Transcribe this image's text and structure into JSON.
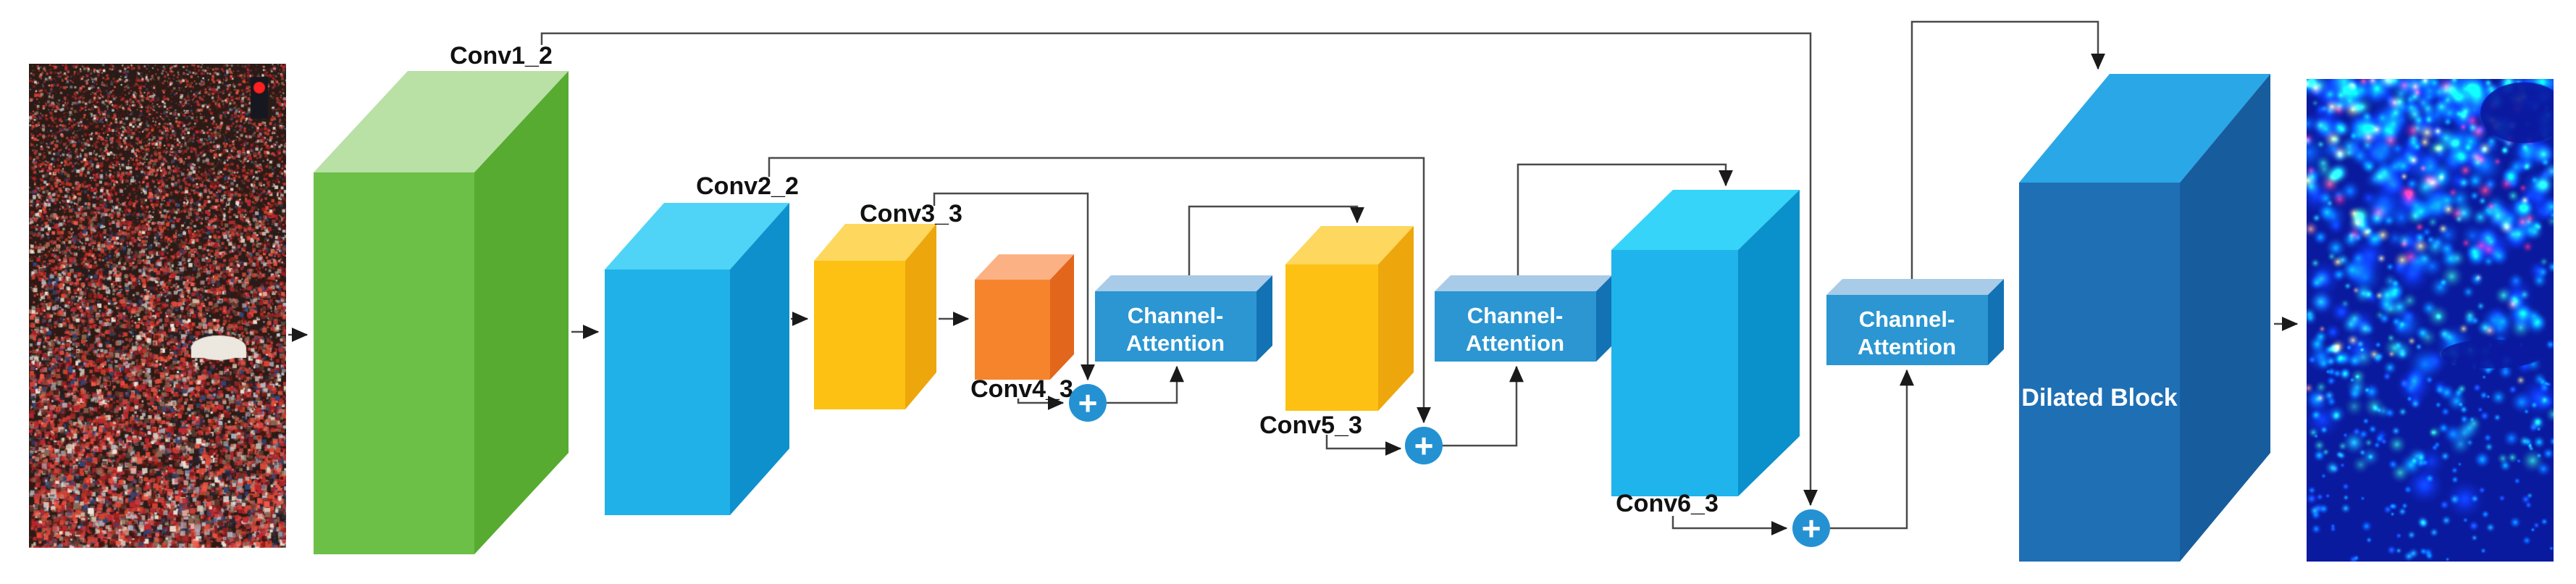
{
  "figure": {
    "type": "cnn-architecture-diagram",
    "blocks": {
      "conv1_2": {
        "label": "Conv1_2",
        "front": "#6cc047",
        "top": "#b9e0a5",
        "side": "#57ab31"
      },
      "conv2_2": {
        "label": "Conv2_2",
        "front": "#20b1e8",
        "top": "#4fd4f7",
        "side": "#0e90cd"
      },
      "conv3_3": {
        "label": "Conv3_3",
        "front": "#fdc113",
        "top": "#fdd75e",
        "side": "#eda70c"
      },
      "conv4_3": {
        "label": "Conv4_3",
        "front": "#f6842d",
        "top": "#fbb183",
        "side": "#e2661c"
      },
      "conv5_3": {
        "label": "Conv5_3",
        "front": "#fdc113",
        "top": "#fdd75e",
        "side": "#eda70c"
      },
      "conv6_3": {
        "label": "Conv6_3",
        "front": "#1fb4ec",
        "top": "#35d4f8",
        "side": "#0a90cb"
      },
      "dilated": {
        "label": "Dilated Block",
        "front": "#1f6fb5",
        "top": "#2aa7e6",
        "side": "#175d9d"
      }
    },
    "attention": {
      "line1": "Channel-",
      "line2": "Attention",
      "front": "#2b96d2",
      "top": "#a8cbe8",
      "side": "#1272b4"
    },
    "add_node": {
      "symbol": "+",
      "fill": "#2492d2"
    },
    "wire_color": "#4a4a4a"
  },
  "artwork": {
    "crowd_bg": "#2a1b16",
    "crowd_palette": [
      "#c1272d",
      "#a61e22",
      "#e04a38",
      "#7c1b18",
      "#f05a4a",
      "#c1272d",
      "#efe6da",
      "#d9c9b5",
      "#23232d",
      "#5a3a30",
      "#8c6a55",
      "#b3b6c2",
      "#d8452f",
      "#401412",
      "#31477a",
      "#c94040"
    ],
    "crowd_van": "#ece7df",
    "crowd_light": "#ff2020",
    "density_bg": "#0a1a9e",
    "density_wash": [
      "#0d5bed",
      "#00b4e8"
    ],
    "density_cool": [
      "#00e0d0",
      "#19e89a",
      "#2be04a",
      "#00cfff"
    ],
    "density_hot": [
      "#ffe000",
      "#ff9000",
      "#ff3000",
      "#e80f00"
    ],
    "density_dots": [
      "#00cfff",
      "#1f7bff",
      "#19e0c8",
      "#00a8ff"
    ]
  }
}
